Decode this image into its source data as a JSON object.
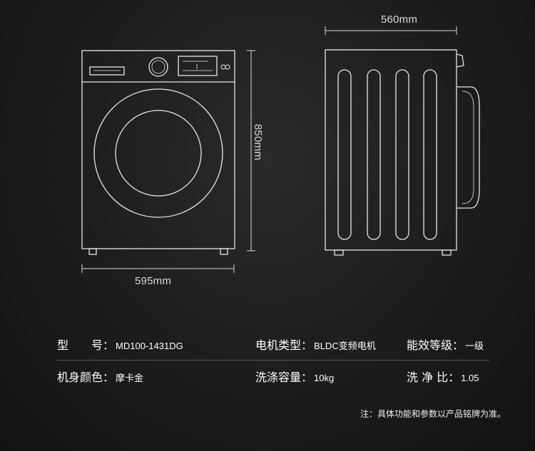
{
  "dimensions": {
    "width_front": "595mm",
    "depth_side": "560mm",
    "height": "850mm"
  },
  "specs": {
    "model": {
      "label": "型　　号",
      "value": "MD100-1431DG"
    },
    "motor_type": {
      "label": "电机类型",
      "value": "BLDC变频电机"
    },
    "efficiency": {
      "label": "能效等级",
      "value": "一级"
    },
    "color": {
      "label": "机身颜色",
      "value": "摩卡金"
    },
    "capacity": {
      "label": "洗涤容量",
      "value": "10kg"
    },
    "wash_ratio": {
      "label": "洗 净 比",
      "value": "1.05"
    },
    "separator": "："
  },
  "note": "注：具体功能和参数以产品铭牌为准。",
  "colors": {
    "background": "#1c1c1c",
    "line": "#e6e6e6",
    "text": "#ffffff"
  }
}
